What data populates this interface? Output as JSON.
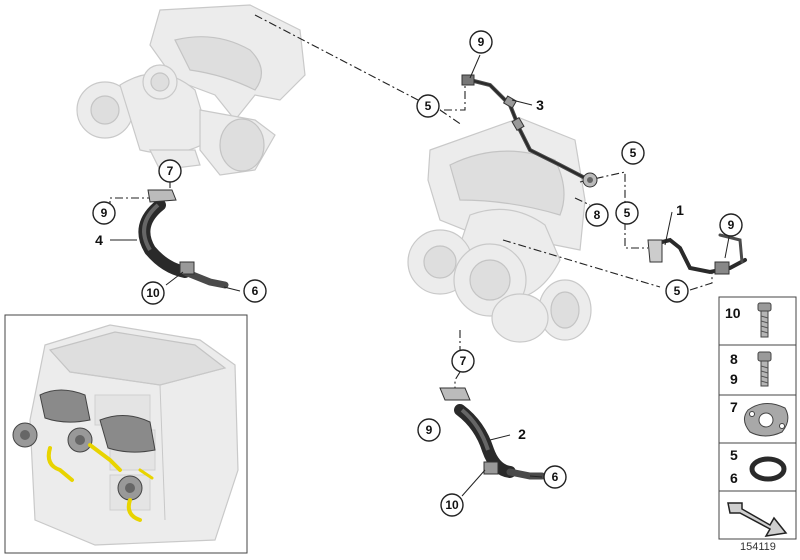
{
  "diagram_number": "154119",
  "labels": {
    "part_1": "1",
    "part_2": "2",
    "part_3": "3",
    "part_4": "4"
  },
  "callouts": {
    "c9_top": "9",
    "c5_upper_chain": "5",
    "c5_right_a": "5",
    "c5_right_b": "5",
    "c8": "8",
    "c9_right": "9",
    "c5_lower": "5",
    "c7_left": "7",
    "c9_left": "9",
    "c10_left": "10",
    "c6_left": "6",
    "c7_center": "7",
    "c9_center": "9",
    "c10_center": "10",
    "c6_center": "6"
  },
  "legend": {
    "row_10": "10",
    "row_8": "8",
    "row_9": "9",
    "row_7": "7",
    "row_5": "5",
    "row_6": "6"
  }
}
